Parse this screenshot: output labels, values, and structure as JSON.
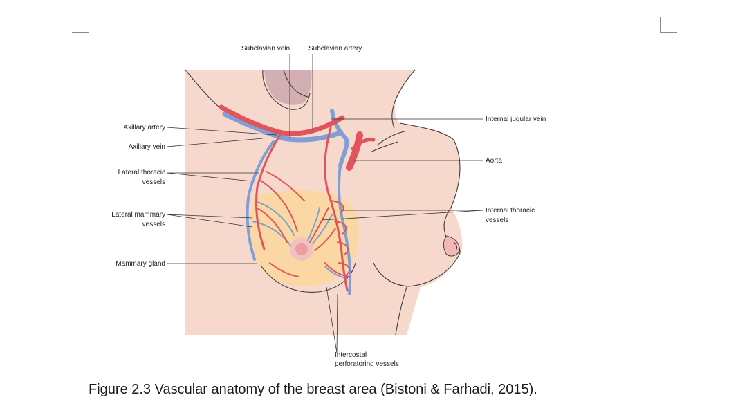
{
  "labels": {
    "subclavian_vein": "Subclavian vein",
    "subclavian_artery": "Subclavian artery",
    "axillary_artery": "Axillary artery",
    "axillary_vein": "Axillary vein",
    "lateral_thoracic_1": "Lateral thoracic",
    "lateral_thoracic_2": "vessels",
    "lateral_mammary_1": "Lateral mammary",
    "lateral_mammary_2": "vessels",
    "mammary_gland": "Mammary gland",
    "internal_jugular_vein": "Internal jugular vein",
    "aorta": "Aorta",
    "internal_thoracic_1": "Internal thoracic",
    "internal_thoracic_2": "vessels",
    "intercostal_1": "Intercostal",
    "intercostal_2": "perforatoring vessels"
  },
  "caption": "Figure 2.3 Vascular anatomy of the breast area (Bistoni & Farhadi, 2015).",
  "colors": {
    "skin": "#f6d9cc",
    "gland": "#fbd7a3",
    "artery": "#e2545c",
    "vein": "#7f9fd6",
    "armpit": "#d3aeb2"
  }
}
